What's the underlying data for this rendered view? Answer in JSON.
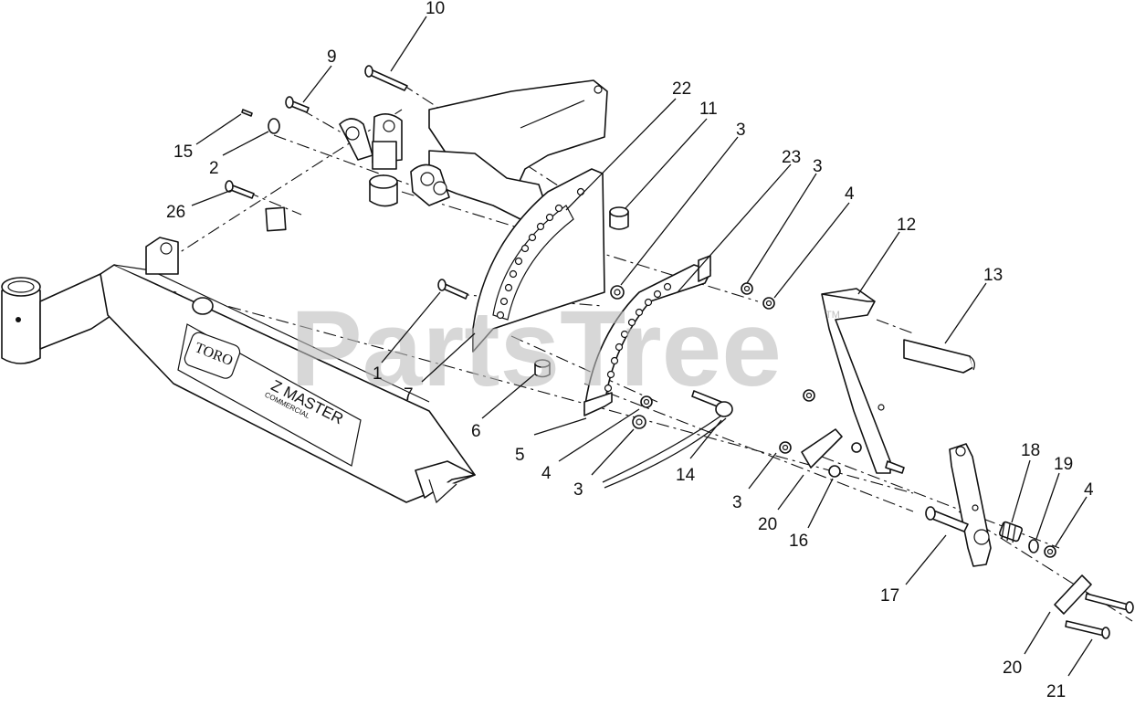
{
  "watermark": {
    "text": "PartsTree",
    "trademark": "TM"
  },
  "decal": {
    "brand": "TORO",
    "model": "Z MASTER",
    "sub": "COMMERCIAL"
  },
  "callouts": [
    {
      "id": "c10",
      "label": "10"
    },
    {
      "id": "c9",
      "label": "9"
    },
    {
      "id": "c15",
      "label": "15"
    },
    {
      "id": "c2",
      "label": "2"
    },
    {
      "id": "c26",
      "label": "26"
    },
    {
      "id": "c22",
      "label": "22"
    },
    {
      "id": "c11",
      "label": "11"
    },
    {
      "id": "c3a",
      "label": "3"
    },
    {
      "id": "c23",
      "label": "23"
    },
    {
      "id": "c3b",
      "label": "3"
    },
    {
      "id": "c4a",
      "label": "4"
    },
    {
      "id": "c12",
      "label": "12"
    },
    {
      "id": "c13",
      "label": "13"
    },
    {
      "id": "c1",
      "label": "1"
    },
    {
      "id": "c7",
      "label": "7"
    },
    {
      "id": "c6",
      "label": "6"
    },
    {
      "id": "c5",
      "label": "5"
    },
    {
      "id": "c4b",
      "label": "4"
    },
    {
      "id": "c3c",
      "label": "3"
    },
    {
      "id": "c14",
      "label": "14"
    },
    {
      "id": "c3d",
      "label": "3"
    },
    {
      "id": "c20a",
      "label": "20"
    },
    {
      "id": "c16",
      "label": "16"
    },
    {
      "id": "c18",
      "label": "18"
    },
    {
      "id": "c19",
      "label": "19"
    },
    {
      "id": "c4c",
      "label": "4"
    },
    {
      "id": "c17",
      "label": "17"
    },
    {
      "id": "c20b",
      "label": "20"
    },
    {
      "id": "c21",
      "label": "21"
    }
  ]
}
